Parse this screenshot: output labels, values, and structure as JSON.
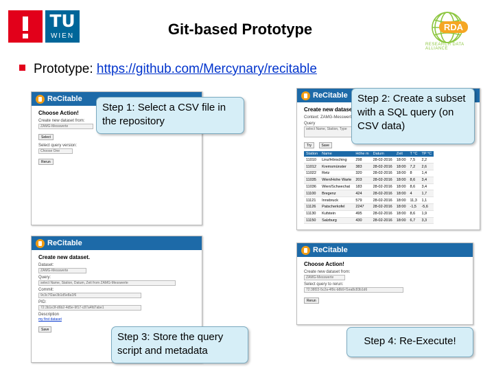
{
  "header": {
    "logo_exclamation": "!",
    "logo_tu_main": "TU",
    "logo_tu_sub": "WIEN",
    "title": "Git-based Prototype",
    "rda_logo_text": "RDA",
    "rda_logo_sub": "RESEARCH DATA ALLIANCE"
  },
  "bullet": {
    "prefix": "Prototype: ",
    "link_text": "https://github.com/Mercynary/recitable"
  },
  "app": {
    "name": "ReCitable"
  },
  "shot1": {
    "heading": "Choose Action!",
    "label1": "Create new dataset from:",
    "select_value": "ZAMG-Messwerte",
    "button1": "Select",
    "label2": "Select query version:",
    "select2_value": "Choose One",
    "button2": "Rerun"
  },
  "shot2": {
    "heading": "Create new dataset.",
    "label_context": "Context: ZAMG-Messwerte",
    "label_query": "Query",
    "query_value": "select Name, Station, Type",
    "btn_try": "Try",
    "btn_save": "Save",
    "table": {
      "columns": [
        "Station",
        "Name",
        "Höhe m",
        "Datum",
        "Zeit",
        "T °C",
        "TP °C"
      ],
      "rows": [
        [
          "11010",
          "Linz/Hörsching",
          "298",
          "28-02-2016",
          "18:00",
          "7,5",
          "2,2"
        ],
        [
          "11012",
          "Kremsmünster",
          "383",
          "28-02-2016",
          "18:00",
          "7,2",
          "2,6"
        ],
        [
          "11022",
          "Retz",
          "320",
          "28-02-2016",
          "18:00",
          "8",
          "1,4"
        ],
        [
          "11035",
          "Wien/Hohe Warte",
          "203",
          "28-02-2016",
          "18:00",
          "8,6",
          "3,4"
        ],
        [
          "11036",
          "Wien/Schwechat",
          "183",
          "28-02-2016",
          "18:00",
          "8,6",
          "3,4"
        ],
        [
          "11100",
          "Bregenz",
          "424",
          "28-02-2016",
          "18:00",
          "4",
          "1,7"
        ],
        [
          "11121",
          "Innsbruck",
          "579",
          "28-02-2016",
          "18:00",
          "11,3",
          "1,1"
        ],
        [
          "11126",
          "Patscherkofel",
          "2247",
          "28-02-2016",
          "18:00",
          "-1,5",
          "-5,6"
        ],
        [
          "11130",
          "Kufstein",
          "495",
          "28-02-2016",
          "18:00",
          "8,6",
          "1,9"
        ],
        [
          "11150",
          "Salzburg",
          "430",
          "28-02-2016",
          "18:00",
          "6,7",
          "3,3"
        ]
      ]
    }
  },
  "shot3": {
    "heading": "Create new dataset.",
    "label_dataset": "Dataset:",
    "dataset_value": "ZAMG-Messwerte",
    "label_query": "Query:",
    "query_value": "select Name, Station, Datum, Zeit from ZAMG-Messwerte",
    "label_commit": "Commit:",
    "commit_value": "9c3c7f2ae3b1d5e8a1f6",
    "label_pid": "PID:",
    "pid_value": "72:3b1e3f-d6b2-4d5e-9f17-c87a4fd7abe1",
    "label_description": "Description",
    "description_value": "my first dataset",
    "button_save": "Save"
  },
  "shot4": {
    "heading": "Choose Action!",
    "label1": "Create new dataset from:",
    "select1_value": "ZAMG-Messwerte",
    "label2": "Select query to rerun:",
    "select2_value": "72:38f22-5c2a-4f9c-b8b9-f1ea8c83b1d6",
    "button": "Rerun"
  },
  "callouts": {
    "step1": "Step 1: Select a CSV file in the repository",
    "step2": "Step 2: Create a subset with a SQL query (on CSV data)",
    "step3": "Step 3: Store the query script and metadata",
    "step4": "Step 4: Re-Execute!"
  },
  "colors": {
    "tu_red": "#e2001a",
    "tu_blue": "#006699",
    "app_blue": "#1d6aa8",
    "callout_bg": "#d6eef7",
    "link_blue": "#0033cc",
    "rda_green": "#8cc63f"
  }
}
